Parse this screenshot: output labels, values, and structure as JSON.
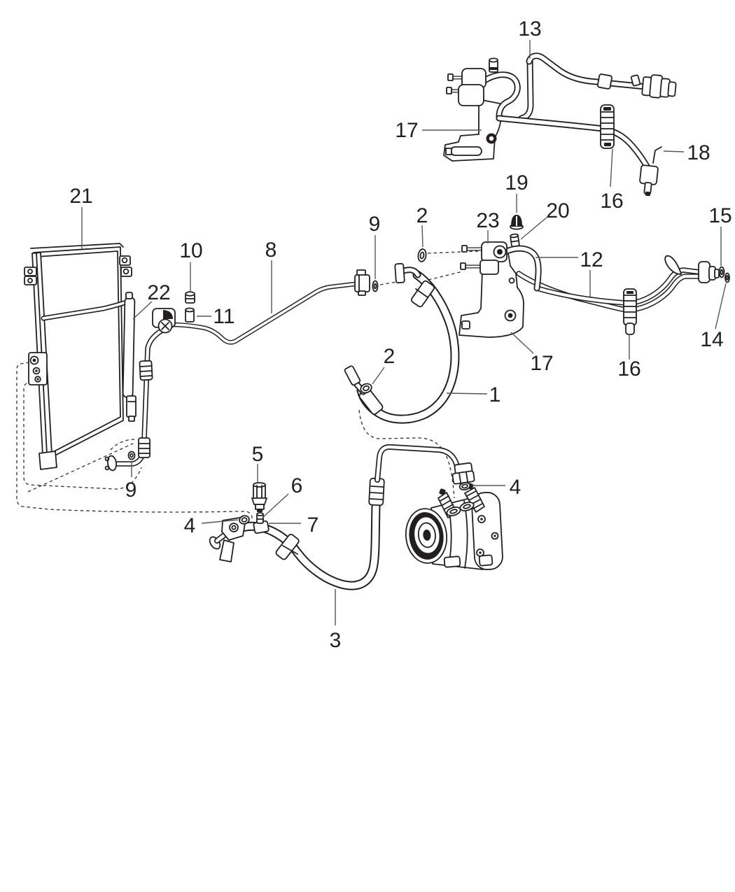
{
  "figure": {
    "type": "ac-plumbing-parts-diagram",
    "background": "#ffffff",
    "line_color": "#231f20",
    "leader_color": "#55565a"
  },
  "callouts": {
    "c1": {
      "label": "1"
    },
    "c2a": {
      "label": "2"
    },
    "c2b": {
      "label": "2"
    },
    "c3": {
      "label": "3"
    },
    "c4a": {
      "label": "4"
    },
    "c4b": {
      "label": "4"
    },
    "c5": {
      "label": "5"
    },
    "c6": {
      "label": "6"
    },
    "c7": {
      "label": "7"
    },
    "c8": {
      "label": "8"
    },
    "c9a": {
      "label": "9"
    },
    "c9b": {
      "label": "9"
    },
    "c10": {
      "label": "10"
    },
    "c11": {
      "label": "11"
    },
    "c12": {
      "label": "12"
    },
    "c13": {
      "label": "13"
    },
    "c14": {
      "label": "14"
    },
    "c15": {
      "label": "15"
    },
    "c16a": {
      "label": "16"
    },
    "c16b": {
      "label": "16"
    },
    "c17a": {
      "label": "17"
    },
    "c17b": {
      "label": "17"
    },
    "c18": {
      "label": "18"
    },
    "c19": {
      "label": "19"
    },
    "c20": {
      "label": "20"
    },
    "c21": {
      "label": "21"
    },
    "c22": {
      "label": "22"
    },
    "c23": {
      "label": "23"
    }
  }
}
